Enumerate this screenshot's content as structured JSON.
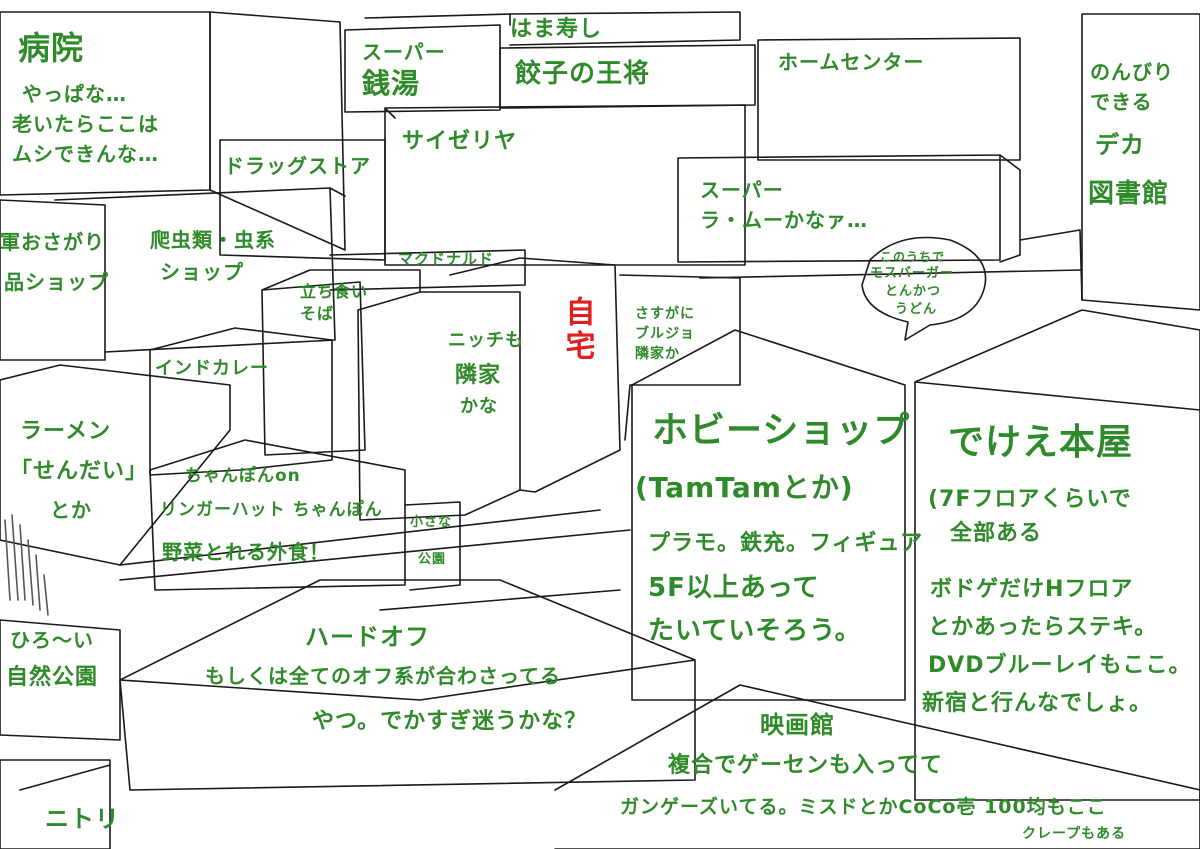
{
  "colors": {
    "ink": "#1a1a1a",
    "label": "#2f8a2a",
    "home": "#e02020",
    "paper": "#ffffff"
  },
  "labels": {
    "hospital_1": "病院",
    "hospital_2": "やっぱな…",
    "hospital_3": "老いたらここは",
    "hospital_4": "ムシできんな…",
    "supermarket_bath_1": "スーパー",
    "supermarket_bath_2": "銭湯",
    "hamasushi": "はま寿し",
    "gyoza": "餃子の王将",
    "homecenter": "ホームセンター",
    "library_1": "のんびり",
    "library_2": "できる",
    "library_3": "デカ",
    "library_4": "図書館",
    "saizeriya": "サイゼリヤ",
    "drugstore": "ドラッグストア",
    "super_lamu_1": "スーパー",
    "super_lamu_2": "ラ・ムーかなァ…",
    "burger_1": "このうちで",
    "burger_2": "モスバーガー",
    "burger_3": "とんかつ",
    "burger_4": "うどん",
    "military_1": "軍おさがり",
    "military_2": "品ショップ",
    "reptile_1": "爬虫類・虫系",
    "reptile_2": "ショップ",
    "mcdonalds": "マクドナルド",
    "standsoba_1": "立ち食い",
    "standsoba_2": "そば",
    "neighbor_1": "ニッチも",
    "neighbor_2": "隣家",
    "neighbor_3": "かな",
    "home": "自宅",
    "rich_1": "さすがに",
    "rich_2": "ブルジョ",
    "rich_3": "隣家か",
    "indian_curry": "インドカレー",
    "ramen_1": "ラーメン",
    "ramen_2": "「せんだい」",
    "ramen_3": "とか",
    "hobby_1": "ホビーショップ",
    "hobby_2": "(TamTamとか)",
    "hobby_3": "プラモ。鉄充。フィギュア",
    "hobby_4": "5F以上あって",
    "hobby_5": "たいていそろう。",
    "bookstore_1": "でけえ本屋",
    "bookstore_2": "(7Fフロアくらいで",
    "bookstore_3": "全部ある",
    "bookstore_4": "ボドゲだけHフロア",
    "bookstore_5": "とかあったらステキ。",
    "bookstore_6": "DVDブルーレイもここ。",
    "bookstore_7": "新宿と行んなでしょ。",
    "ringer_1": "ちゃんぽんon",
    "ringer_2": "リンガーハット ちゃんぽん",
    "ringer_3": "野菜とれる外食！",
    "park_small_1": "小さな",
    "park_small_2": "公園",
    "park_big_1": "ひろ〜い",
    "park_big_2": "自然公園",
    "hardoff_1": "ハードオフ",
    "hardoff_2": "もしくは全てのオフ系が合わさってる",
    "hardoff_3": "やつ。でかすぎ迷うかな？",
    "cinema_1": "映画館",
    "cinema_2": "複合でゲーセンも入ってて",
    "cinema_3": "ガンゲーズいてる。ミスドとかCoCo壱 100均もここ",
    "cinema_4": "クレープもある",
    "nitori": "ニトリ"
  }
}
